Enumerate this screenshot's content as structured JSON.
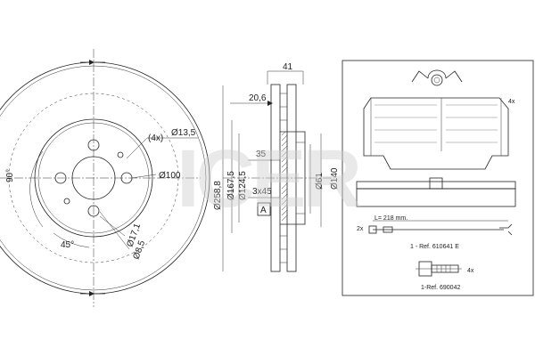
{
  "watermark": "ICER",
  "disc_front": {
    "bolt_spec": "(4x)",
    "bolt_hole_dia": "13,5",
    "pcd": "100",
    "angle_90": "90°",
    "angle_45": "45°",
    "hole_17": "17,1",
    "hole_8": "8,5",
    "dia_symbol": "Ø"
  },
  "disc_section": {
    "thickness_total": "41",
    "thickness_flange": "20,6",
    "height_35": "35",
    "chamfer": "3x45",
    "marker": "A",
    "dia_258": "258,8",
    "dia_167": "167,5",
    "dia_124": "124,5",
    "dia_61": "61",
    "dia_140": "140"
  },
  "pad_panel": {
    "qty_pads": "4x",
    "qty_sensor": "2x",
    "sensor_length": "L= 218 mm.",
    "ref_sensor": "1 - Ref. 610641 E",
    "qty_bolts": "4x",
    "ref_bolts": "1-Ref. 690042"
  }
}
